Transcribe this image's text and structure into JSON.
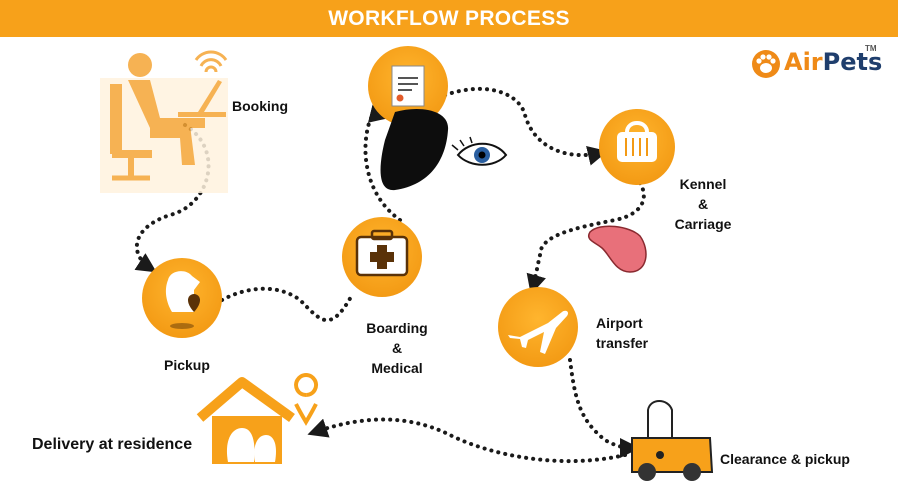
{
  "header": {
    "title": "WORKFLOW PROCESS"
  },
  "logo": {
    "part1": "Air",
    "part2": "Pets",
    "tm": "TM"
  },
  "steps": {
    "booking": "Booking",
    "pickup": "Pickup",
    "boarding": [
      "Boarding",
      "&",
      "Medical"
    ],
    "kennel": [
      "Kennel",
      "&",
      "Carriage"
    ],
    "airport": [
      "Airport",
      "transfer"
    ],
    "clearance": "Clearance & pickup",
    "delivery": "Delivery at residence"
  },
  "colors": {
    "accent": "#f7a11a",
    "brand_orange": "#ef8a17",
    "brand_blue": "#1f3e6d",
    "path": "#1a1a1a"
  },
  "icons": [
    "person-laptop-icon",
    "dog-location-icon",
    "medical-kit-icon",
    "certificate-icon",
    "pet-carrier-icon",
    "airplane-icon",
    "dog-car-icon",
    "house-pets-icon",
    "location-pin-icon",
    "dog-ear-icon",
    "eye-icon",
    "tongue-icon"
  ]
}
